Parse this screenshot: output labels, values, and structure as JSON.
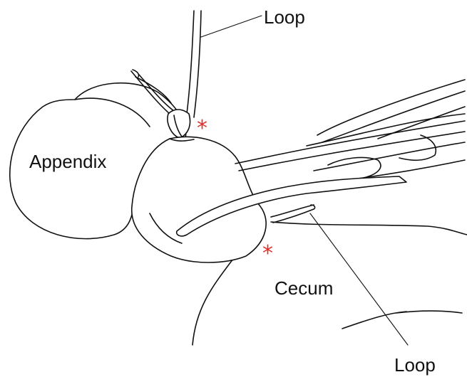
{
  "labels": {
    "loop_top": "Loop",
    "appendix": "Appendix",
    "cecum": "Cecum",
    "loop_bottom": "Loop"
  },
  "markers": {
    "asterisk_symbol": "*",
    "asterisk_color": "#e0302a"
  }
}
